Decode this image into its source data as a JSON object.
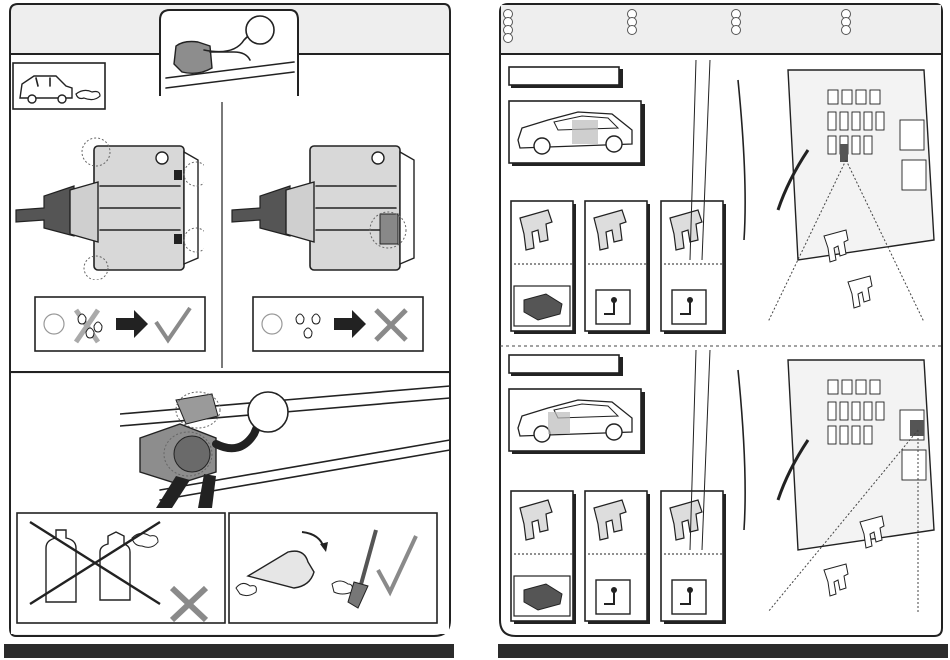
{
  "left_page": {
    "sections": [
      {
        "name": "connector-overview"
      },
      {
        "name": "seal-inspection"
      },
      {
        "name": "cleaning-instructions"
      }
    ]
  },
  "right_page": {
    "header_legend_rows": 4,
    "variant_labels": [
      "",
      ""
    ],
    "fuse_box_variants": 2
  },
  "colors": {
    "ink": "#222222",
    "panel_fill": "#eeeeee",
    "footer_bar": "#2b2b2b",
    "cross_grey": "#9a9a9a",
    "fuse_grey": "#d8d8d8",
    "module_dark": "#555555"
  },
  "icons": [
    "car-with-exhaust-icon",
    "water-drops-icon",
    "arrow-right-icon",
    "checkmark-icon",
    "cross-icon",
    "blower-icon",
    "brush-icon",
    "spray-bottle-icon",
    "fuse-icon",
    "relay-module-icon",
    "wire-jumper-icon"
  ]
}
